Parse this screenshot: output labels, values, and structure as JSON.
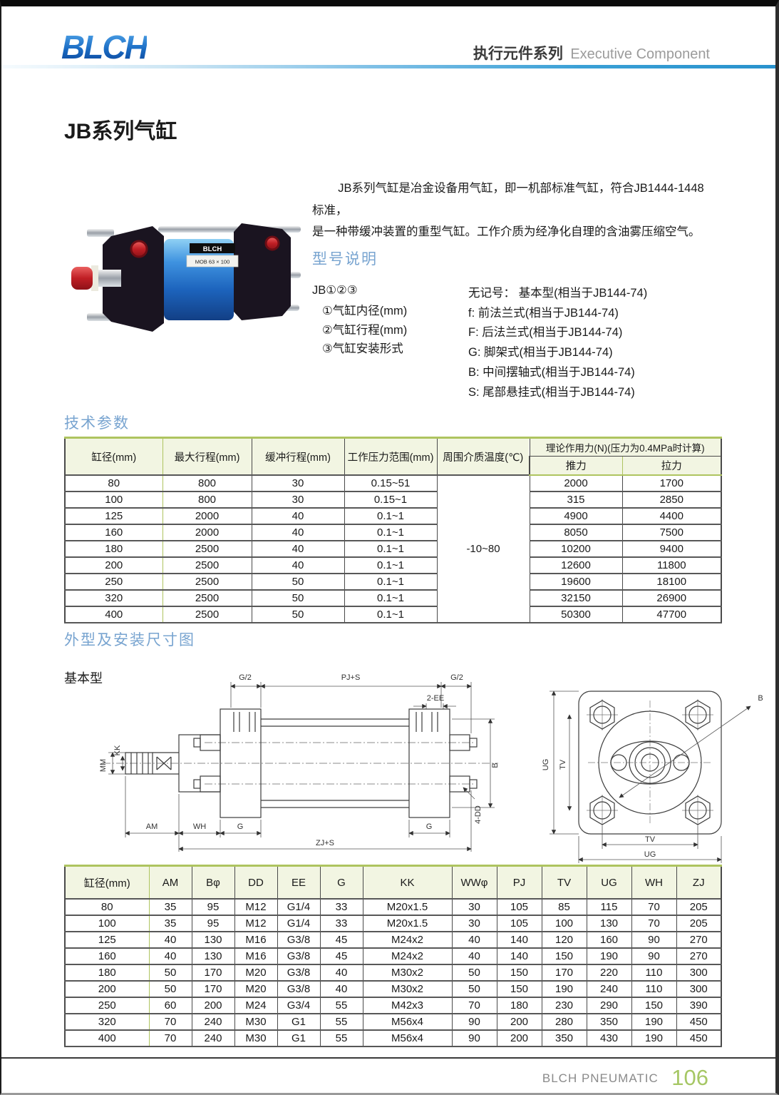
{
  "header": {
    "logo": "BLCH",
    "series_cn": "执行元件系列",
    "series_en": "Executive Component"
  },
  "title": "JB系列气缸",
  "intro": {
    "line1": "JB系列气缸是冶金设备用气缸，即一机部标准气缸，符合JB1444-1448标准，",
    "line2": "是一种带缓冲装置的重型气缸。工作介质为经净化自理的含油雾压缩空气。"
  },
  "product_photo": {
    "label_brand": "BLCH",
    "label_model": "MOB 63 × 100"
  },
  "model_section": {
    "heading": "型号说明",
    "code": "JB①②③",
    "items": [
      "①气缸内径(mm)",
      "②气缸行程(mm)",
      "③气缸安装形式"
    ],
    "options": [
      "无记号： 基本型(相当于JB144-74)",
      "f:  前法兰式(相当于JB144-74)",
      "F:  后法兰式(相当于JB144-74)",
      "G:  脚架式(相当于JB144-74)",
      "B:  中间摆轴式(相当于JB144-74)",
      "S:  尾部悬挂式(相当于JB144-74)"
    ]
  },
  "tech_params": {
    "heading": "技术参数",
    "headers": [
      "缸径(mm)",
      "最大行程(mm)",
      "缓冲行程(mm)",
      "工作压力范围(mm)",
      "周围介质温度(℃)",
      "理论作用力(N)(压力为0.4MPa时计算)",
      "推力",
      "拉力"
    ],
    "temp_merged": "-10~80",
    "rows": [
      [
        "80",
        "800",
        "30",
        "0.15~51",
        "2000",
        "1700"
      ],
      [
        "100",
        "800",
        "30",
        "0.15~1",
        "315",
        "2850"
      ],
      [
        "125",
        "2000",
        "40",
        "0.1~1",
        "4900",
        "4400"
      ],
      [
        "160",
        "2000",
        "40",
        "0.1~1",
        "8050",
        "7500"
      ],
      [
        "180",
        "2500",
        "40",
        "0.1~1",
        "10200",
        "9400"
      ],
      [
        "200",
        "2500",
        "40",
        "0.1~1",
        "12600",
        "11800"
      ],
      [
        "250",
        "2500",
        "50",
        "0.1~1",
        "19600",
        "18100"
      ],
      [
        "320",
        "2500",
        "50",
        "0.1~1",
        "32150",
        "26900"
      ],
      [
        "400",
        "2500",
        "50",
        "0.1~1",
        "50300",
        "47700"
      ]
    ]
  },
  "outline_section": {
    "heading": "外型及安装尺寸图",
    "variant": "基本型",
    "side_view_labels": {
      "g2_left": "G/2",
      "pjs": "PJ+S",
      "g2_right": "G/2",
      "ee2": "2-EE",
      "mm": "MM",
      "kk": "KK",
      "am": "AM",
      "wh": "WH",
      "g_left": "G",
      "g_right": "G",
      "zjs": "ZJ+S",
      "b": "B",
      "dd4": "4-DD"
    },
    "end_view_labels": {
      "ug_left": "UG",
      "tv_left": "TV",
      "tv_bottom": "TV",
      "ug_bottom": "UG",
      "b": "B"
    }
  },
  "dim_table": {
    "headers": [
      "缸径(mm)",
      "AM",
      "Bφ",
      "DD",
      "EE",
      "G",
      "KK",
      "WWφ",
      "PJ",
      "TV",
      "UG",
      "WH",
      "ZJ"
    ],
    "rows": [
      [
        "80",
        "35",
        "95",
        "M12",
        "G1/4",
        "33",
        "M20x1.5",
        "30",
        "105",
        "85",
        "115",
        "70",
        "205"
      ],
      [
        "100",
        "35",
        "95",
        "M12",
        "G1/4",
        "33",
        "M20x1.5",
        "30",
        "105",
        "100",
        "130",
        "70",
        "205"
      ],
      [
        "125",
        "40",
        "130",
        "M16",
        "G3/8",
        "45",
        "M24x2",
        "40",
        "140",
        "120",
        "160",
        "90",
        "270"
      ],
      [
        "160",
        "40",
        "130",
        "M16",
        "G3/8",
        "45",
        "M24x2",
        "40",
        "140",
        "150",
        "190",
        "90",
        "270"
      ],
      [
        "180",
        "50",
        "170",
        "M20",
        "G3/8",
        "40",
        "M30x2",
        "50",
        "150",
        "170",
        "220",
        "110",
        "300"
      ],
      [
        "200",
        "50",
        "170",
        "M20",
        "G3/8",
        "40",
        "M30x2",
        "50",
        "150",
        "190",
        "240",
        "110",
        "300"
      ],
      [
        "250",
        "60",
        "200",
        "M24",
        "G3/4",
        "55",
        "M42x3",
        "70",
        "180",
        "230",
        "290",
        "150",
        "390"
      ],
      [
        "320",
        "70",
        "240",
        "M30",
        "G1",
        "55",
        "M56x4",
        "90",
        "200",
        "280",
        "350",
        "190",
        "450"
      ],
      [
        "400",
        "70",
        "240",
        "M30",
        "G1",
        "55",
        "M56x4",
        "90",
        "200",
        "350",
        "430",
        "190",
        "450"
      ]
    ]
  },
  "footer": {
    "brand": "BLCH PNEUMATIC",
    "page_number": "106"
  },
  "colors": {
    "accent_blue": "#2892cd",
    "heading_blue": "#78a4d0",
    "table_header_bg": "#f2f5e2",
    "table_green_line": "#aec45f",
    "footer_green": "#a6c765"
  }
}
